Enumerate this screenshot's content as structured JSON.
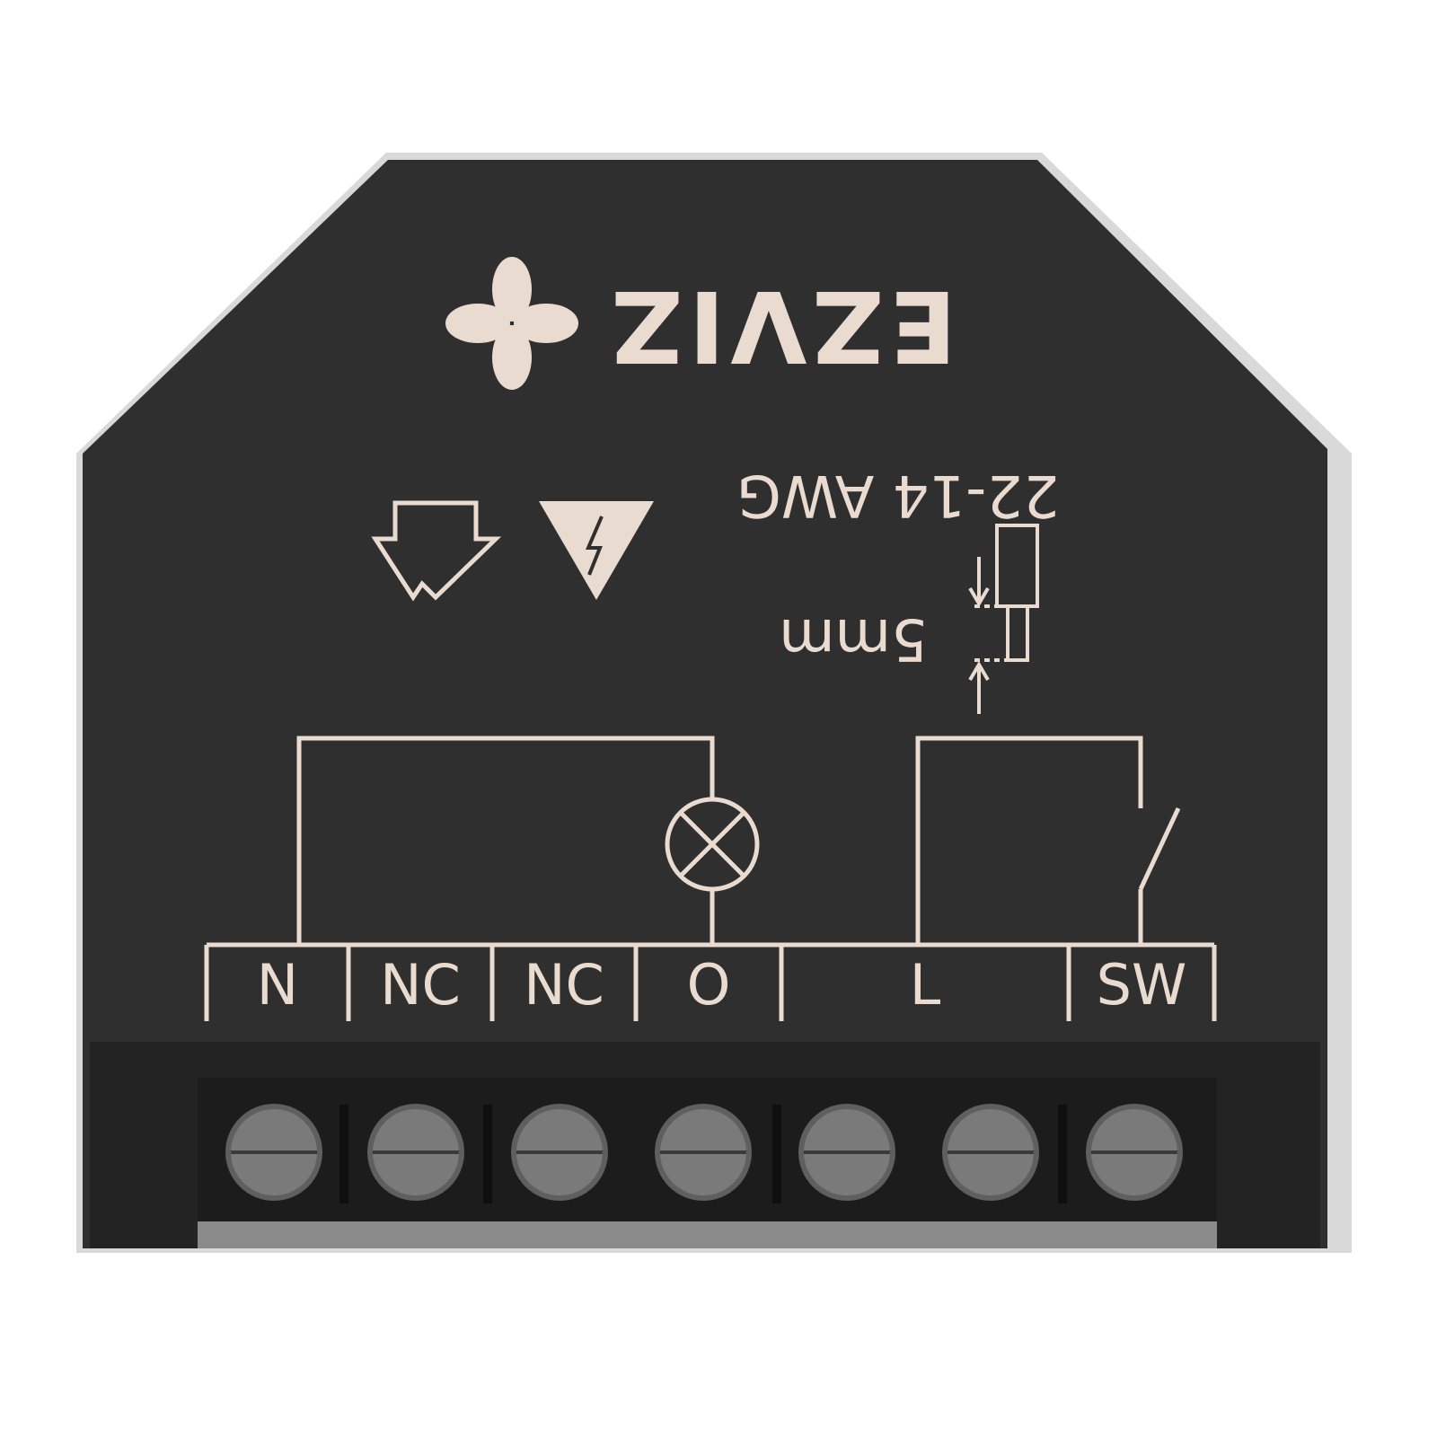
{
  "brand": {
    "logo_text": "EZVIZ"
  },
  "markings": {
    "wire_gauge": "22-14 AWG",
    "strip_length": "5mm"
  },
  "terminals": [
    {
      "label": "N"
    },
    {
      "label": "NC"
    },
    {
      "label": "NC"
    },
    {
      "label": "O"
    },
    {
      "label": "L"
    },
    {
      "label": "SW"
    }
  ],
  "colors": {
    "body": "#2f2f2f",
    "print": "#eadbd0",
    "screw": "#6e6e6e"
  }
}
